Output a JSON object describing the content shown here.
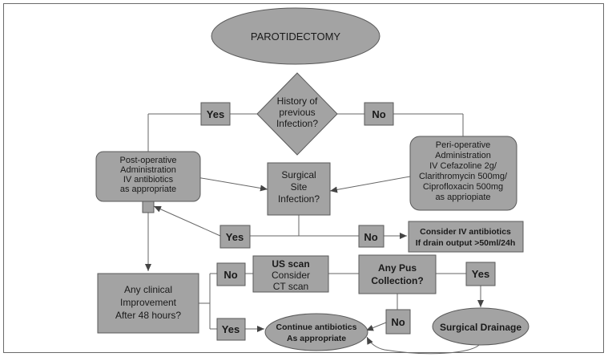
{
  "colors": {
    "node_fill": "#a3a3a3",
    "node_stroke": "#5a5a5a",
    "edge": "#666666",
    "text": "#1a1a1a"
  },
  "nodes": {
    "parotidectomy": "PAROTIDECTOMY",
    "history": [
      "History of",
      "previous",
      "Infection?"
    ],
    "yes_top": "Yes",
    "no_top": "No",
    "post_op": [
      "Post-operative",
      "Administration",
      "IV antibiotics",
      "as appropriate"
    ],
    "peri_op": [
      "Peri-operative",
      "Administration",
      "IV Cefazoline 2g/",
      "Clarithromycin 500mg/",
      "Ciprofloxacin 500mg",
      "as appriopiate"
    ],
    "ssi": [
      "Surgical",
      "Site",
      "Infection?"
    ],
    "yes_mid": "Yes",
    "no_mid": "No",
    "consider_iv": [
      "Consider IV antibiotics",
      "If drain output >50ml/24h"
    ],
    "clinical": [
      "Any clinical",
      "Improvement",
      "After 48 hours?"
    ],
    "no_left": "No",
    "us_scan": [
      "US scan",
      "Consider",
      "CT scan"
    ],
    "pus": [
      "Any Pus",
      "Collection?"
    ],
    "yes_right": "Yes",
    "yes_bottom": "Yes",
    "continue": [
      "Continue antibiotics",
      "As appropriate"
    ],
    "no_bottom": "No",
    "drainage": "Surgical Drainage"
  }
}
